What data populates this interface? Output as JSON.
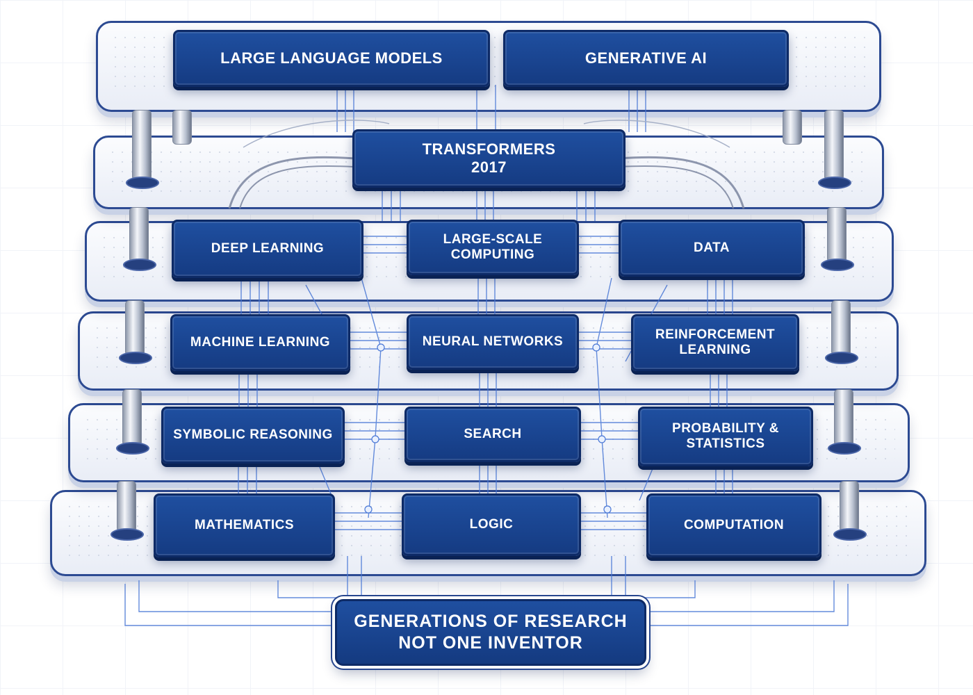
{
  "diagram": {
    "tiers": [
      {
        "id": "tier-1",
        "boxes": [
          "LARGE LANGUAGE MODELS",
          "GENERATIVE AI"
        ]
      },
      {
        "id": "tier-2",
        "boxes": [
          "TRANSFORMERS\n2017"
        ]
      },
      {
        "id": "tier-3",
        "boxes": [
          "DEEP LEARNING",
          "LARGE-SCALE\nCOMPUTING",
          "DATA"
        ]
      },
      {
        "id": "tier-4",
        "boxes": [
          "MACHINE LEARNING",
          "NEURAL NETWORKS",
          "REINFORCEMENT\nLEARNING"
        ]
      },
      {
        "id": "tier-5",
        "boxes": [
          "SYMBOLIC REASONING",
          "SEARCH",
          "PROBABILITY &\nSTATISTICS"
        ]
      },
      {
        "id": "tier-6",
        "boxes": [
          "MATHEMATICS",
          "LOGIC",
          "COMPUTATION"
        ]
      }
    ],
    "footer": {
      "line1": "GENERATIONS OF RESEARCH",
      "line2": "NOT ONE INVENTOR"
    }
  },
  "colors": {
    "box_fill": "#1a4592",
    "box_border": "#0d2a66",
    "platform_border": "#2c4a92",
    "wire": "#3f6fd1"
  }
}
